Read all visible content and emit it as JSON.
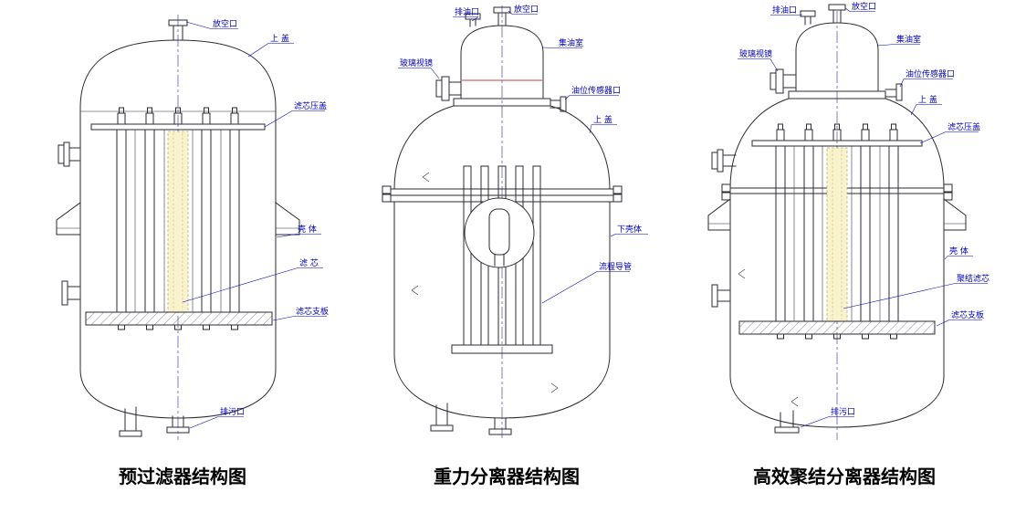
{
  "colors": {
    "drawing_line": "#2a2a33",
    "label_blue": "#0000bb",
    "centerline_blue": "#4747b5",
    "element_yellow": "#f9f3cd",
    "level_red": "#c4403c"
  },
  "panels": [
    {
      "caption": "预过滤器结构图",
      "labels": {
        "vent": "放空口",
        "top_cover": "上 盖",
        "element_gland": "滤芯压盖",
        "shell": "壳 体",
        "filter_element": "滤 芯",
        "support_plate": "滤芯支板",
        "drain": "排污口"
      }
    },
    {
      "caption": "重力分离器结构图",
      "labels": {
        "oil_drain": "排油口",
        "vent": "放空口",
        "oil_chamber": "集油室",
        "sight_glass": "玻璃视镜",
        "level_sensor_port": "油位传感器口",
        "top_cover": "上 盖",
        "lower_shell": "下壳体",
        "flow_tube": "流程导管"
      }
    },
    {
      "caption": "高效聚结分离器结构图",
      "labels": {
        "oil_drain": "排油口",
        "vent": "放空口",
        "oil_chamber": "集油室",
        "sight_glass": "玻璃视镜",
        "level_sensor_port": "油位传感器口",
        "top_cover": "上 盖",
        "element_gland": "滤芯压盖",
        "shell": "壳 体",
        "coalescer_element": "聚结滤芯",
        "support_plate": "滤芯支板",
        "drain": "排污口"
      }
    }
  ]
}
